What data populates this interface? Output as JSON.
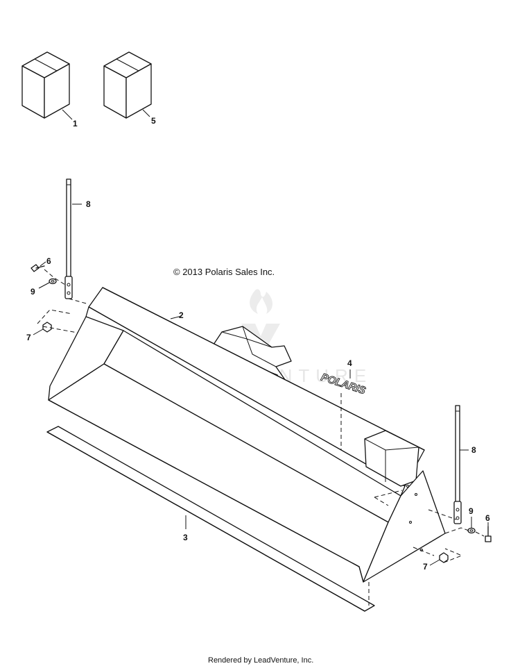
{
  "copyright": "© 2013 Polaris Sales Inc.",
  "watermark": "LEADVENTURE",
  "footer": "Rendered by LeadVenture, Inc.",
  "decal_text": "POLARIS",
  "callouts": {
    "c1": "1",
    "c5": "5",
    "c8a": "8",
    "c6a": "6",
    "c9a": "9",
    "c7a": "7",
    "c2": "2",
    "c4": "4",
    "c8b": "8",
    "c9b": "9",
    "c6b": "6",
    "c7b": "7",
    "c3": "3"
  }
}
